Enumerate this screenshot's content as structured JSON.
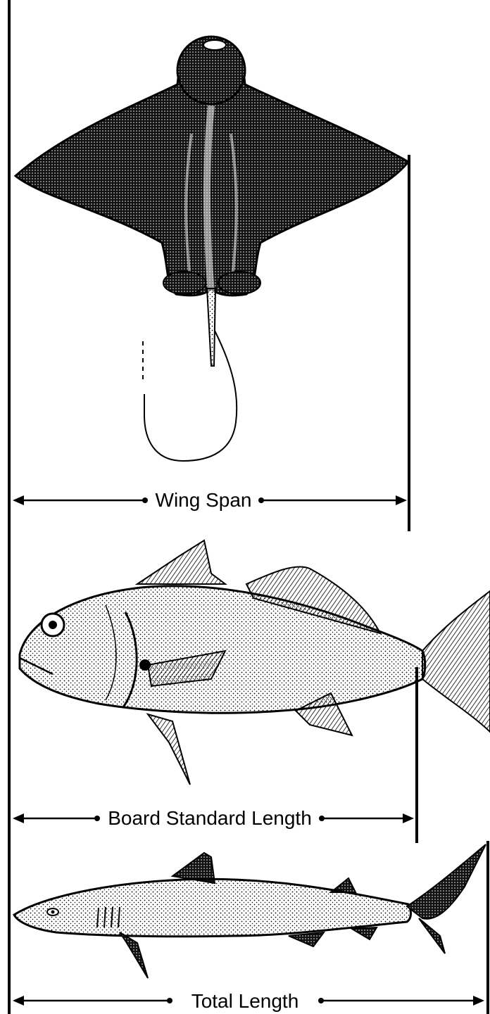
{
  "diagram": {
    "ink_color": "#000000",
    "background_color": "#ffffff",
    "labels": {
      "wing_span": "Wing Span",
      "board_standard_length": "Board Standard Length",
      "total_length": "Total Length"
    },
    "figures": [
      {
        "id": "ray",
        "icon": "eagle-ray-illustration",
        "measurement": "Wing Span"
      },
      {
        "id": "drum",
        "icon": "bony-fish-illustration",
        "measurement": "Board Standard Length"
      },
      {
        "id": "shark",
        "icon": "shark-illustration",
        "measurement": "Total Length"
      }
    ]
  }
}
